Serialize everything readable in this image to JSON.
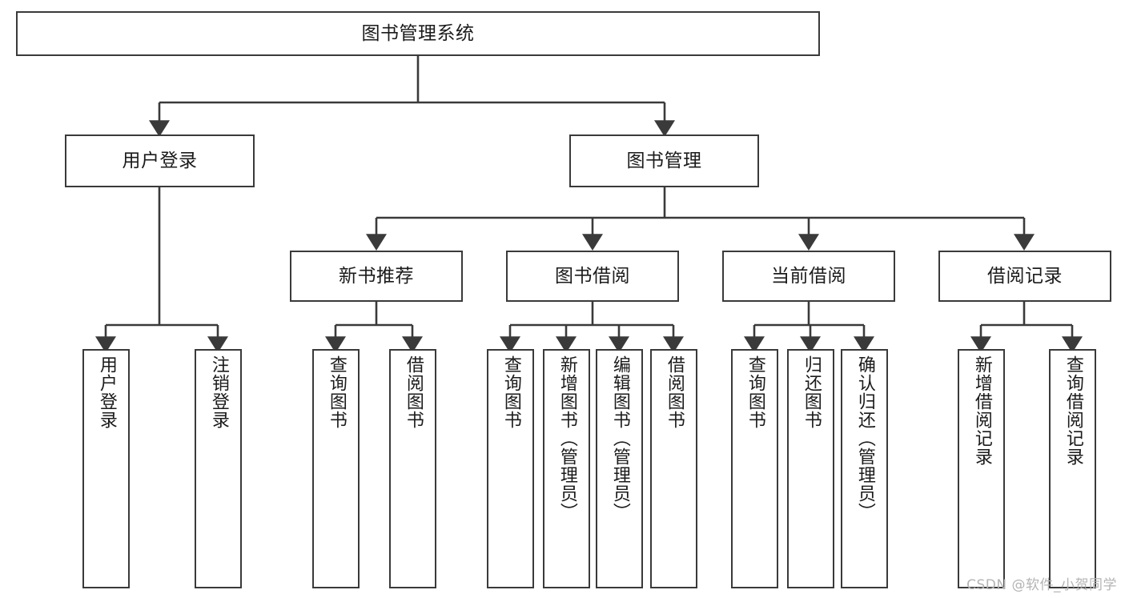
{
  "diagram": {
    "type": "tree-hierarchy",
    "title": "图书管理系统",
    "watermark": "CSDN @软件_小贺同学",
    "colors": {
      "box_border": "#3a3a3a",
      "box_fill": "#ffffff",
      "edge": "#3a3a3a",
      "text": "#1b1b1b",
      "watermark": "#b4b4b4"
    },
    "root": {
      "label": "图书管理系统"
    },
    "level2": [
      {
        "label": "用户登录"
      },
      {
        "label": "图书管理"
      }
    ],
    "level3": [
      {
        "label": "新书推荐"
      },
      {
        "label": "图书借阅"
      },
      {
        "label": "当前借阅"
      },
      {
        "label": "借阅记录"
      }
    ],
    "leaves": {
      "user_login": [
        {
          "label": "用户登录"
        },
        {
          "label": "注销登录"
        }
      ],
      "new_book_recommend": [
        {
          "label": "查询图书"
        },
        {
          "label": "借阅图书"
        }
      ],
      "book_borrow": [
        {
          "label": "查询图书"
        },
        {
          "label": "新增图书（管理员）"
        },
        {
          "label": "编辑图书（管理员）"
        },
        {
          "label": "借阅图书"
        }
      ],
      "current_borrow": [
        {
          "label": "查询图书"
        },
        {
          "label": "归还图书"
        },
        {
          "label": "确认归还（管理员）"
        }
      ],
      "borrow_record": [
        {
          "label": "新增借阅记录"
        },
        {
          "label": "查询借阅记录"
        }
      ]
    }
  }
}
